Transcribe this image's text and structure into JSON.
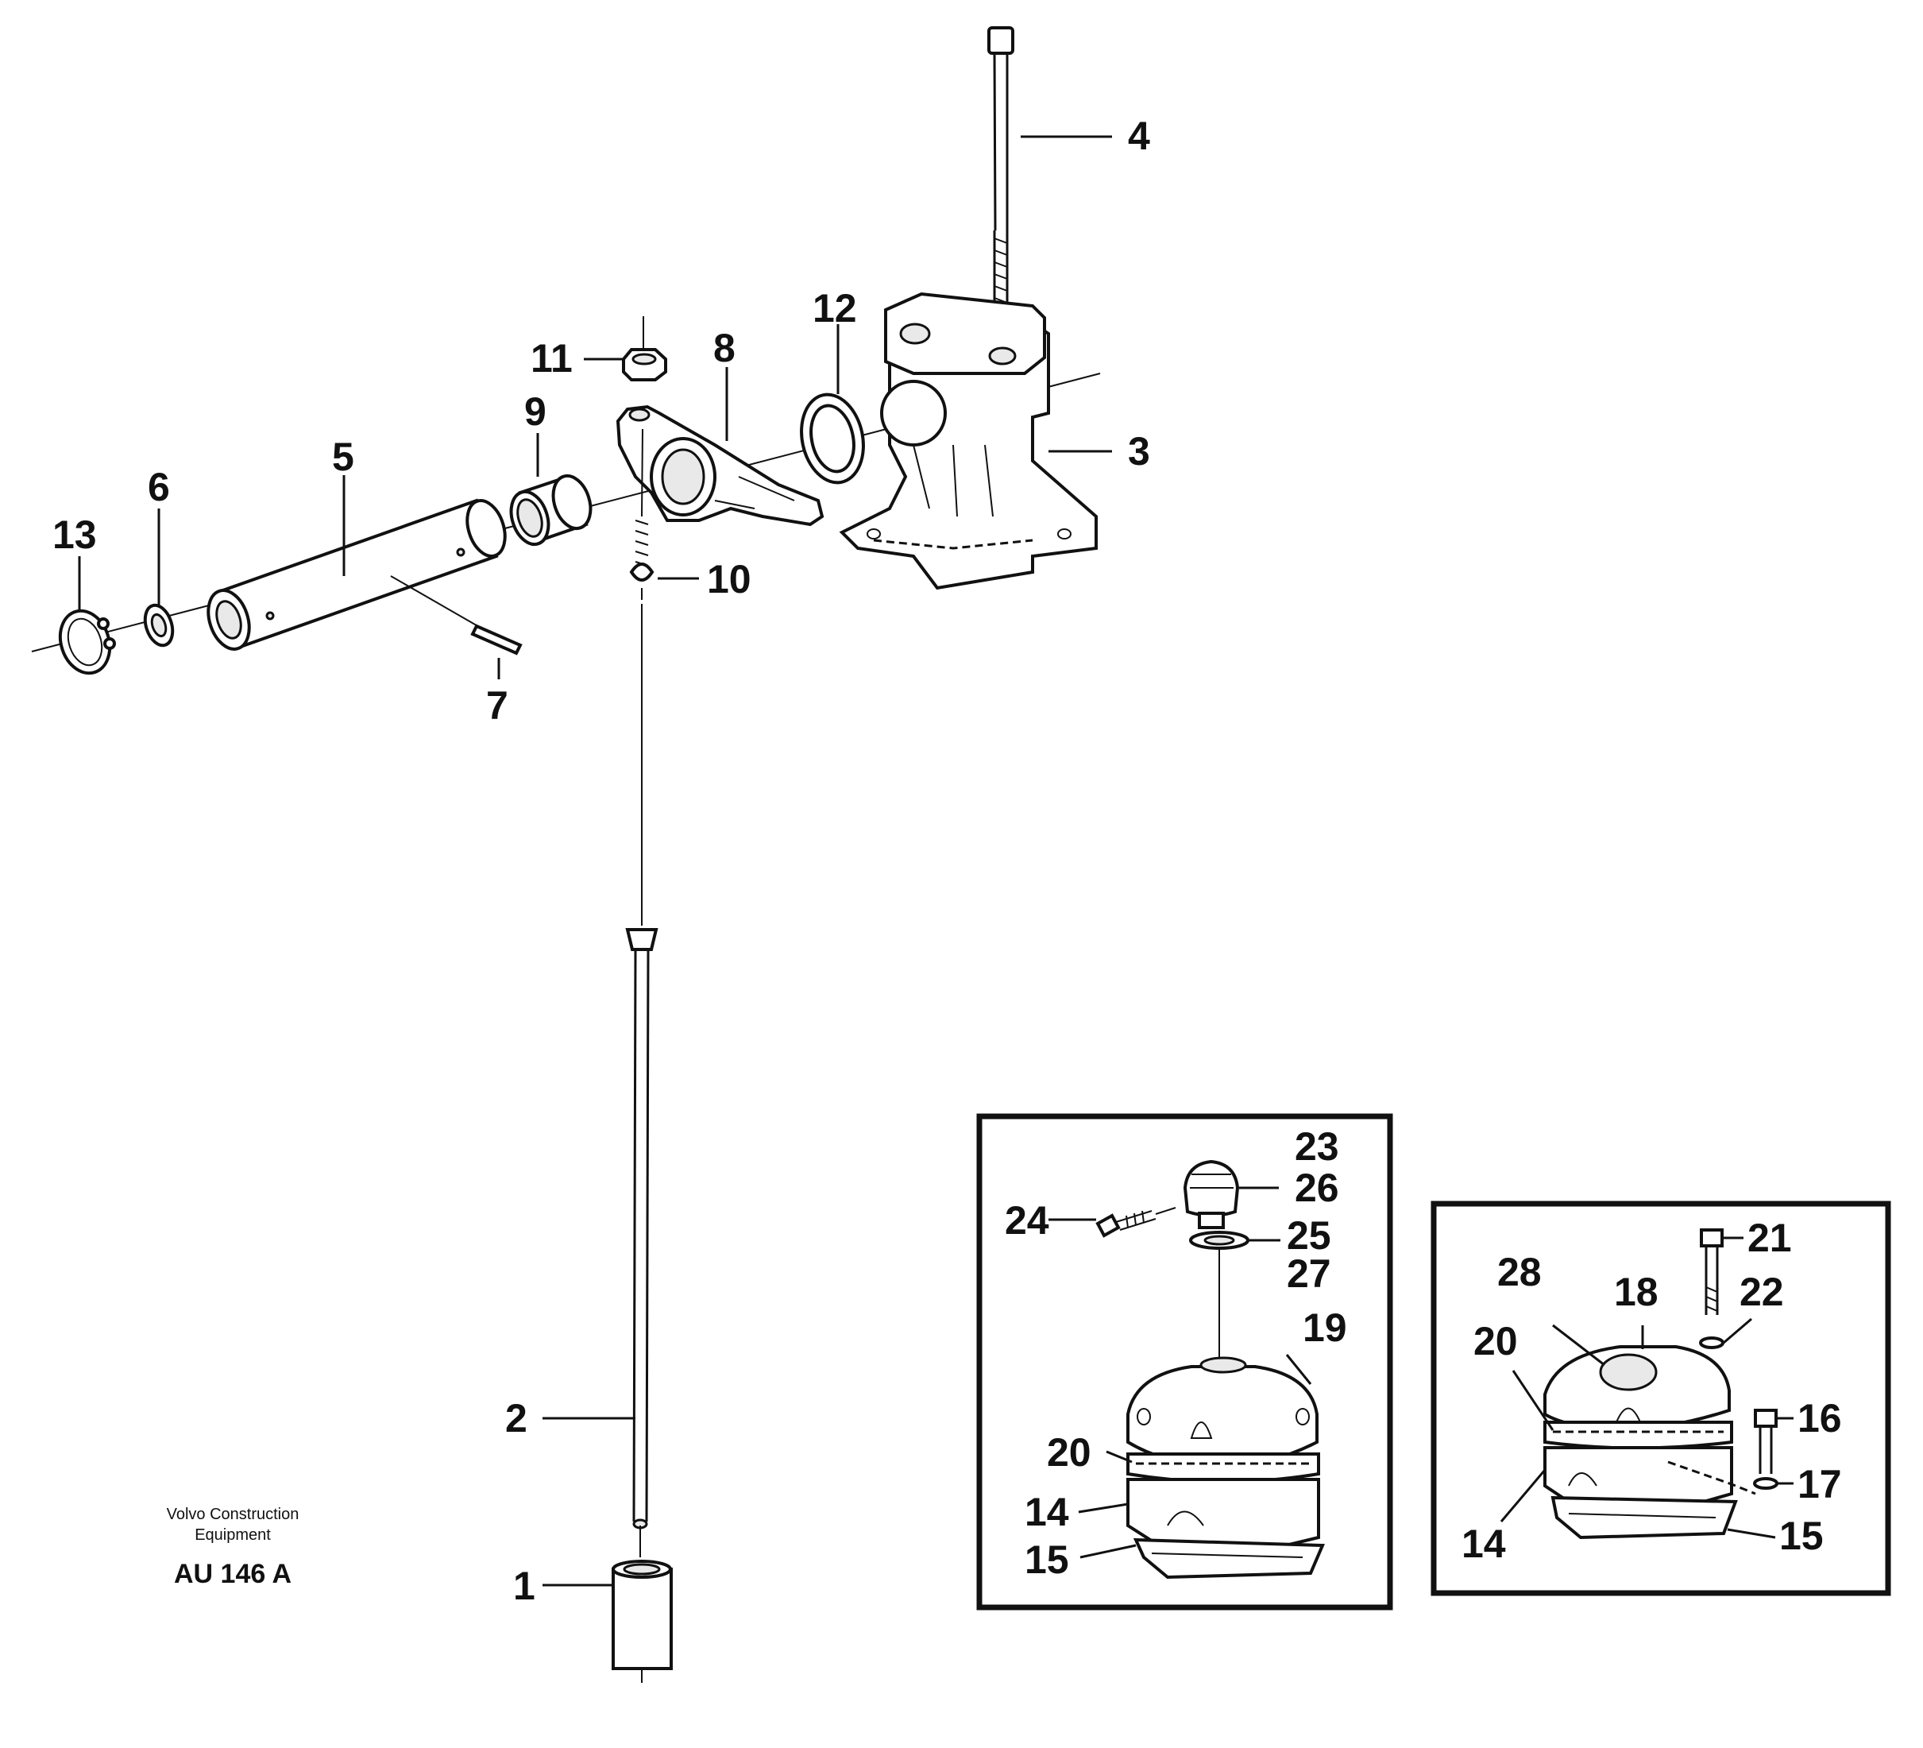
{
  "credit": {
    "line1": "Volvo Construction",
    "line2": "Equipment",
    "code": "AU 146 A"
  },
  "callouts": {
    "c1": "1",
    "c2": "2",
    "c3": "3",
    "c4": "4",
    "c5": "5",
    "c6": "6",
    "c7": "7",
    "c8": "8",
    "c9": "9",
    "c10": "10",
    "c11": "11",
    "c12": "12",
    "c13": "13",
    "c14a": "14",
    "c15a": "15",
    "c19": "19",
    "c20a": "20",
    "c23": "23",
    "c24": "24",
    "c25": "25",
    "c26": "26",
    "c27": "27",
    "c14b": "14",
    "c15b": "15",
    "c16": "16",
    "c17": "17",
    "c18": "18",
    "c20b": "20",
    "c21": "21",
    "c22": "22",
    "c28": "28"
  }
}
